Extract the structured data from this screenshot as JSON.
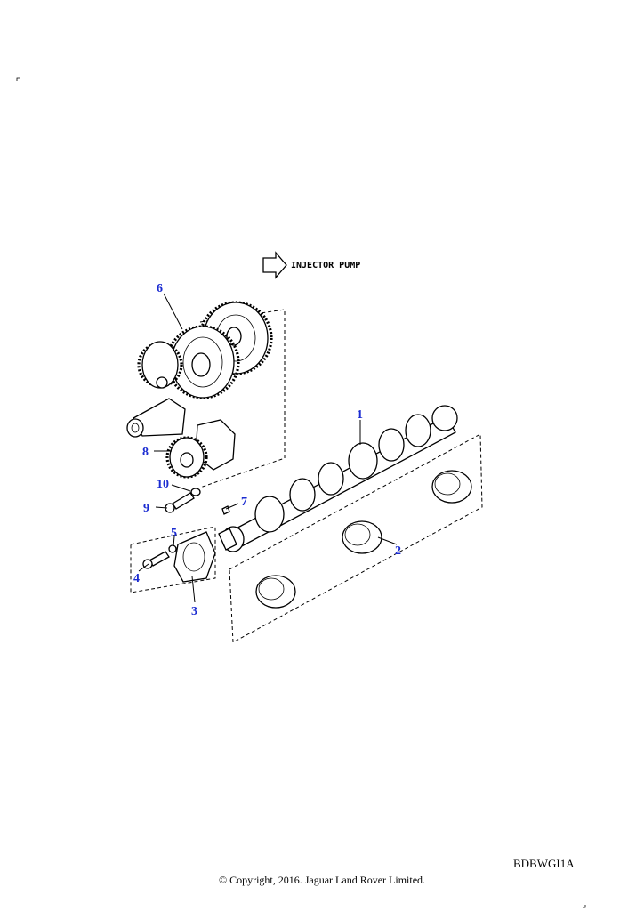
{
  "arrow_label": "INJECTOR PUMP",
  "callouts": {
    "c1": "1",
    "c2": "2",
    "c3": "3",
    "c4": "4",
    "c5": "5",
    "c6": "6",
    "c7": "7",
    "c8": "8",
    "c9": "9",
    "c10": "10"
  },
  "reference_code": "BDBWGI1A",
  "copyright": "© Copyright, 2016. Jaguar Land Rover Limited.",
  "colors": {
    "callout": "#1a2bd1",
    "line": "#000000",
    "background": "#ffffff"
  }
}
